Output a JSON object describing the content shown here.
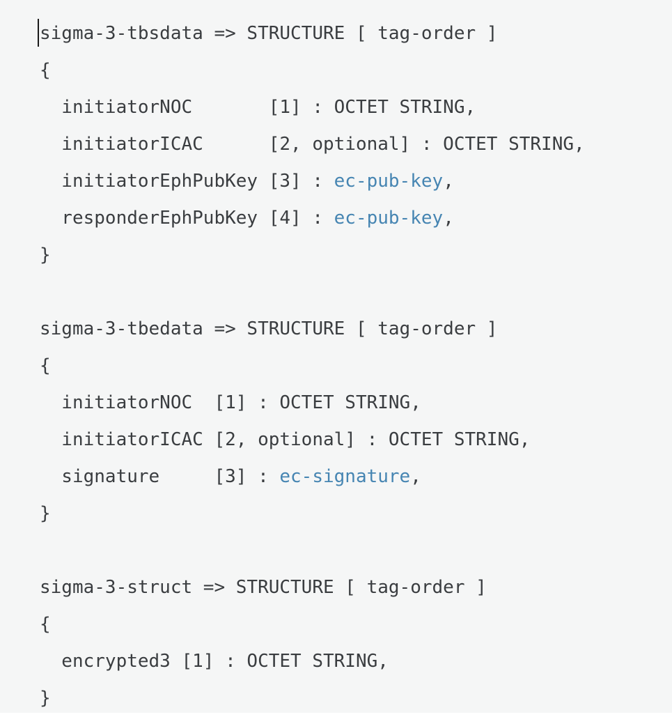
{
  "colors": {
    "panel_background": "#f5f6f6",
    "text": "#3a3d40",
    "link": "#4685b2",
    "caret": "#1a1a1a"
  },
  "code_blocks": [
    {
      "name": "sigma-3-tbsdata",
      "lines": [
        {
          "segments": [
            {
              "text": "sigma-3-tbsdata => STRUCTURE [ tag-order ]",
              "type": "plain"
            }
          ]
        },
        {
          "segments": [
            {
              "text": "{",
              "type": "plain"
            }
          ]
        },
        {
          "segments": [
            {
              "text": "  initiatorNOC       [1] : OCTET STRING,",
              "type": "plain"
            }
          ]
        },
        {
          "segments": [
            {
              "text": "  initiatorICAC      [2, optional] : OCTET STRING,",
              "type": "plain"
            }
          ]
        },
        {
          "segments": [
            {
              "text": "  initiatorEphPubKey [3] : ",
              "type": "plain"
            },
            {
              "text": "ec-pub-key",
              "type": "link"
            },
            {
              "text": ",",
              "type": "plain"
            }
          ]
        },
        {
          "segments": [
            {
              "text": "  responderEphPubKey [4] : ",
              "type": "plain"
            },
            {
              "text": "ec-pub-key",
              "type": "link"
            },
            {
              "text": ",",
              "type": "plain"
            }
          ]
        },
        {
          "segments": [
            {
              "text": "}",
              "type": "plain"
            }
          ]
        }
      ]
    },
    {
      "name": "sigma-3-tbedata",
      "lines": [
        {
          "segments": [
            {
              "text": "sigma-3-tbedata => STRUCTURE [ tag-order ]",
              "type": "plain"
            }
          ]
        },
        {
          "segments": [
            {
              "text": "{",
              "type": "plain"
            }
          ]
        },
        {
          "segments": [
            {
              "text": "  initiatorNOC  [1] : OCTET STRING,",
              "type": "plain"
            }
          ]
        },
        {
          "segments": [
            {
              "text": "  initiatorICAC [2, optional] : OCTET STRING,",
              "type": "plain"
            }
          ]
        },
        {
          "segments": [
            {
              "text": "  signature     [3] : ",
              "type": "plain"
            },
            {
              "text": "ec-signature",
              "type": "link"
            },
            {
              "text": ",",
              "type": "plain"
            }
          ]
        },
        {
          "segments": [
            {
              "text": "}",
              "type": "plain"
            }
          ]
        }
      ]
    },
    {
      "name": "sigma-3-struct",
      "lines": [
        {
          "segments": [
            {
              "text": "sigma-3-struct => STRUCTURE [ tag-order ]",
              "type": "plain"
            }
          ]
        },
        {
          "segments": [
            {
              "text": "{",
              "type": "plain"
            }
          ]
        },
        {
          "segments": [
            {
              "text": "  encrypted3 [1] : OCTET STRING,",
              "type": "plain"
            }
          ]
        },
        {
          "segments": [
            {
              "text": "}",
              "type": "plain"
            }
          ]
        }
      ]
    }
  ]
}
